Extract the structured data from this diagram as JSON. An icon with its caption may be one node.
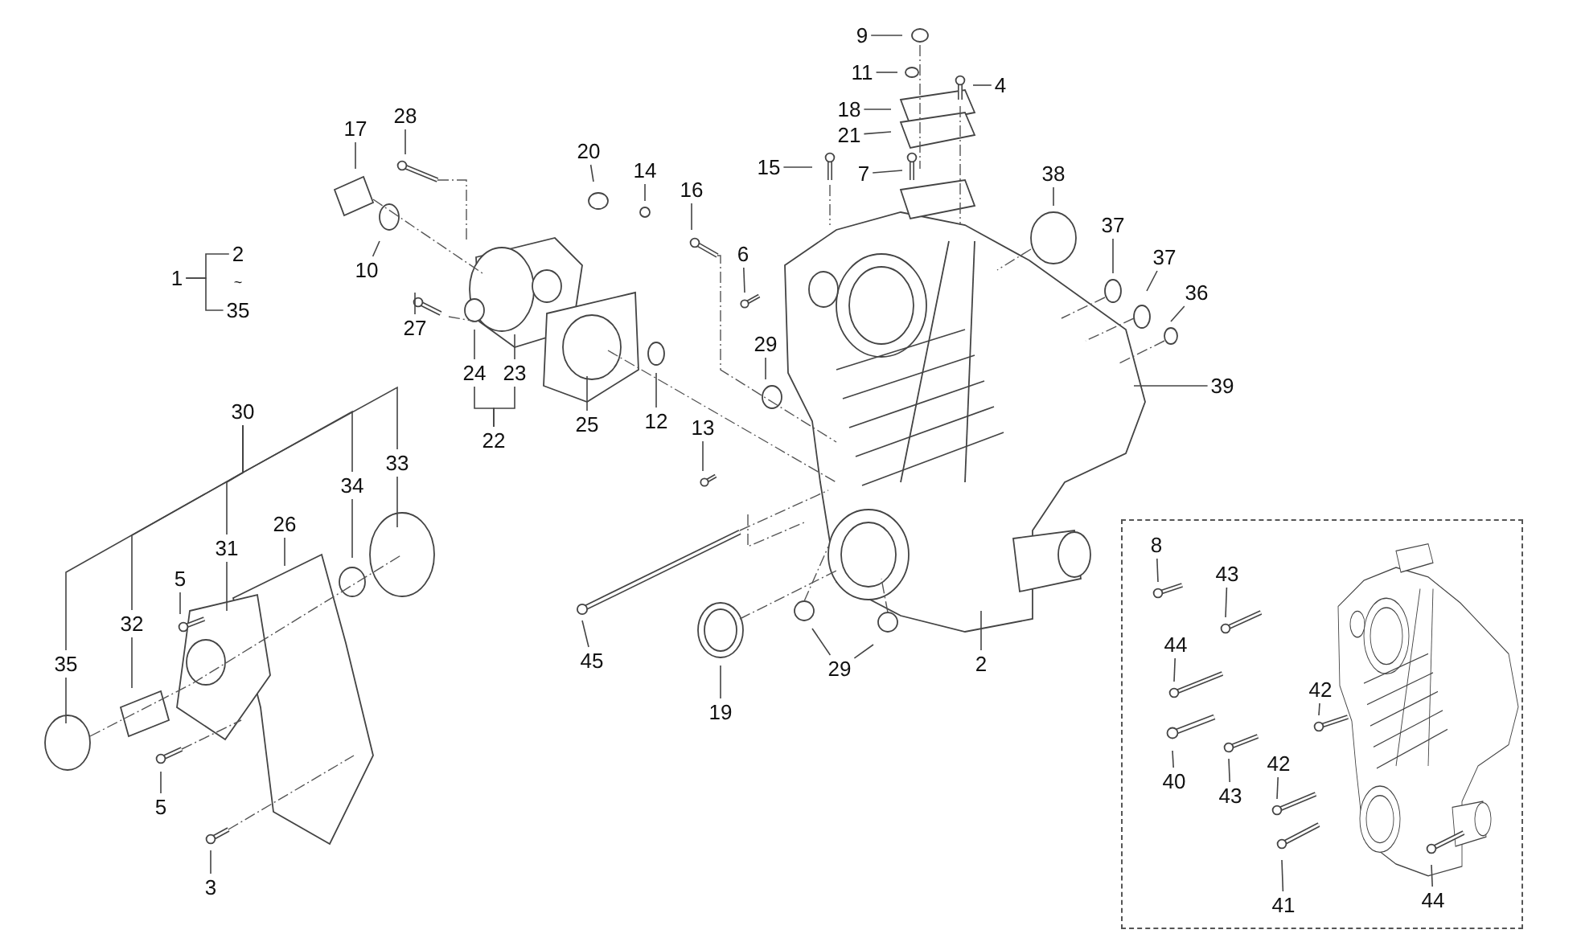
{
  "diagram": {
    "nodes": [
      {
        "text": [
          "1"
        ]
      },
      {
        "text": [
          "2"
        ]
      },
      {
        "text": [
          "35"
        ]
      },
      {
        "text": [
          "9"
        ]
      },
      {
        "text": [
          "11"
        ]
      },
      {
        "text": [
          "4"
        ]
      },
      {
        "text": [
          "18"
        ]
      },
      {
        "text": [
          "21"
        ]
      },
      {
        "text": [
          "15"
        ]
      },
      {
        "text": [
          "7"
        ]
      },
      {
        "text": [
          "17"
        ]
      },
      {
        "text": [
          "28"
        ]
      },
      {
        "text": [
          "20"
        ]
      },
      {
        "text": [
          "14"
        ]
      },
      {
        "text": [
          "16"
        ]
      },
      {
        "text": [
          "38"
        ]
      },
      {
        "text": [
          "37"
        ]
      },
      {
        "text": [
          "37"
        ]
      },
      {
        "text": [
          "36"
        ]
      },
      {
        "text": [
          "10"
        ]
      },
      {
        "text": [
          "6"
        ]
      },
      {
        "text": [
          "27"
        ]
      },
      {
        "text": [
          "29"
        ]
      },
      {
        "text": [
          "24"
        ]
      },
      {
        "text": [
          "23"
        ]
      },
      {
        "text": [
          "39"
        ]
      },
      {
        "text": [
          "25"
        ]
      },
      {
        "text": [
          "12"
        ]
      },
      {
        "text": [
          "22"
        ]
      },
      {
        "text": [
          "13"
        ]
      },
      {
        "text": [
          "30"
        ]
      },
      {
        "text": [
          "33"
        ]
      },
      {
        "text": [
          "34"
        ]
      },
      {
        "text": [
          "31"
        ]
      },
      {
        "text": [
          "26"
        ]
      },
      {
        "text": [
          "5"
        ]
      },
      {
        "text": [
          "32"
        ]
      },
      {
        "text": [
          "35"
        ]
      },
      {
        "text": [
          "45"
        ]
      },
      {
        "text": [
          "19"
        ]
      },
      {
        "text": [
          "29"
        ]
      },
      {
        "text": [
          "2"
        ]
      },
      {
        "text": [
          "5"
        ]
      },
      {
        "text": [
          "3"
        ]
      },
      {
        "text": [],
        "shape": "box"
      },
      {
        "text": [
          "8"
        ],
        "in": 44
      },
      {
        "text": [
          "43"
        ],
        "in": 44
      },
      {
        "text": [
          "44"
        ],
        "in": 44
      },
      {
        "text": [
          "42"
        ],
        "in": 44
      },
      {
        "text": [
          "42"
        ],
        "in": 44
      },
      {
        "text": [
          "40"
        ],
        "in": 44
      },
      {
        "text": [
          "43"
        ],
        "in": 44
      },
      {
        "text": [
          "41"
        ],
        "in": 44
      },
      {
        "text": [
          "44"
        ],
        "in": 44
      }
    ],
    "edges": [
      {
        "from": 0,
        "to": 1,
        "arrow": "none"
      },
      {
        "from": 0,
        "to": 2,
        "arrow": "none"
      },
      {
        "from": 3,
        "to": null,
        "arrow": "none"
      },
      {
        "from": 4,
        "to": null,
        "arrow": "none"
      },
      {
        "from": 5,
        "to": null,
        "arrow": "none"
      },
      {
        "from": 6,
        "to": null,
        "arrow": "none"
      },
      {
        "from": 7,
        "to": null,
        "arrow": "none"
      },
      {
        "from": 8,
        "to": null,
        "arrow": "none"
      },
      {
        "from": 9,
        "to": null,
        "arrow": "none"
      },
      {
        "from": 10,
        "to": null,
        "arrow": "none"
      },
      {
        "from": 11,
        "to": null,
        "arrow": "none"
      },
      {
        "from": 12,
        "to": null,
        "arrow": "none"
      },
      {
        "from": 13,
        "to": null,
        "arrow": "none"
      },
      {
        "from": 14,
        "to": null,
        "arrow": "none"
      },
      {
        "from": 15,
        "to": null,
        "arrow": "none"
      },
      {
        "from": 16,
        "to": null,
        "arrow": "none"
      },
      {
        "from": 17,
        "to": null,
        "arrow": "none"
      },
      {
        "from": 18,
        "to": null,
        "arrow": "none"
      },
      {
        "from": 19,
        "to": null,
        "arrow": "none"
      },
      {
        "from": 20,
        "to": null,
        "arrow": "none"
      },
      {
        "from": 21,
        "to": null,
        "arrow": "none"
      },
      {
        "from": 22,
        "to": null,
        "arrow": "none"
      },
      {
        "from": 23,
        "to": null,
        "arrow": "none"
      },
      {
        "from": 24,
        "to": null,
        "arrow": "none"
      },
      {
        "from": 25,
        "to": null,
        "arrow": "none"
      },
      {
        "from": 26,
        "to": null,
        "arrow": "none"
      },
      {
        "from": 27,
        "to": null,
        "arrow": "none"
      },
      {
        "from": 28,
        "to": 23,
        "arrow": "none"
      },
      {
        "from": 28,
        "to": 24,
        "arrow": "none"
      },
      {
        "from": 29,
        "to": null,
        "arrow": "none"
      },
      {
        "from": 30,
        "to": 37,
        "arrow": "none"
      },
      {
        "from": 30,
        "to": 36,
        "arrow": "none"
      },
      {
        "from": 30,
        "to": 33,
        "arrow": "none"
      },
      {
        "from": 30,
        "to": 32,
        "arrow": "none"
      },
      {
        "from": 30,
        "to": 31,
        "arrow": "none"
      },
      {
        "from": 31,
        "to": null,
        "arrow": "none"
      },
      {
        "from": 32,
        "to": null,
        "arrow": "none"
      },
      {
        "from": 33,
        "to": null,
        "arrow": "none"
      },
      {
        "from": 34,
        "to": null,
        "arrow": "none"
      },
      {
        "from": 35,
        "to": null,
        "arrow": "none"
      },
      {
        "from": 36,
        "to": null,
        "arrow": "none"
      },
      {
        "from": 37,
        "to": null,
        "arrow": "none"
      },
      {
        "from": 38,
        "to": null,
        "arrow": "none"
      },
      {
        "from": 39,
        "to": null,
        "arrow": "none"
      },
      {
        "from": 40,
        "to": null,
        "arrow": "none"
      },
      {
        "from": 40,
        "to": null,
        "arrow": "none"
      },
      {
        "from": 41,
        "to": null,
        "arrow": "none"
      },
      {
        "from": 42,
        "to": null,
        "arrow": "none"
      },
      {
        "from": 43,
        "to": null,
        "arrow": "none"
      },
      {
        "from": 45,
        "to": null,
        "arrow": "none"
      },
      {
        "from": 46,
        "to": null,
        "arrow": "none"
      },
      {
        "from": 47,
        "to": null,
        "arrow": "none"
      },
      {
        "from": 48,
        "to": null,
        "arrow": "none"
      },
      {
        "from": 49,
        "to": null,
        "arrow": "none"
      },
      {
        "from": 50,
        "to": null,
        "arrow": "none"
      },
      {
        "from": 51,
        "to": null,
        "arrow": "none"
      },
      {
        "from": 52,
        "to": null,
        "arrow": "none"
      },
      {
        "from": 53,
        "to": null,
        "arrow": "none"
      }
    ],
    "labels": [
      "~"
    ]
  }
}
